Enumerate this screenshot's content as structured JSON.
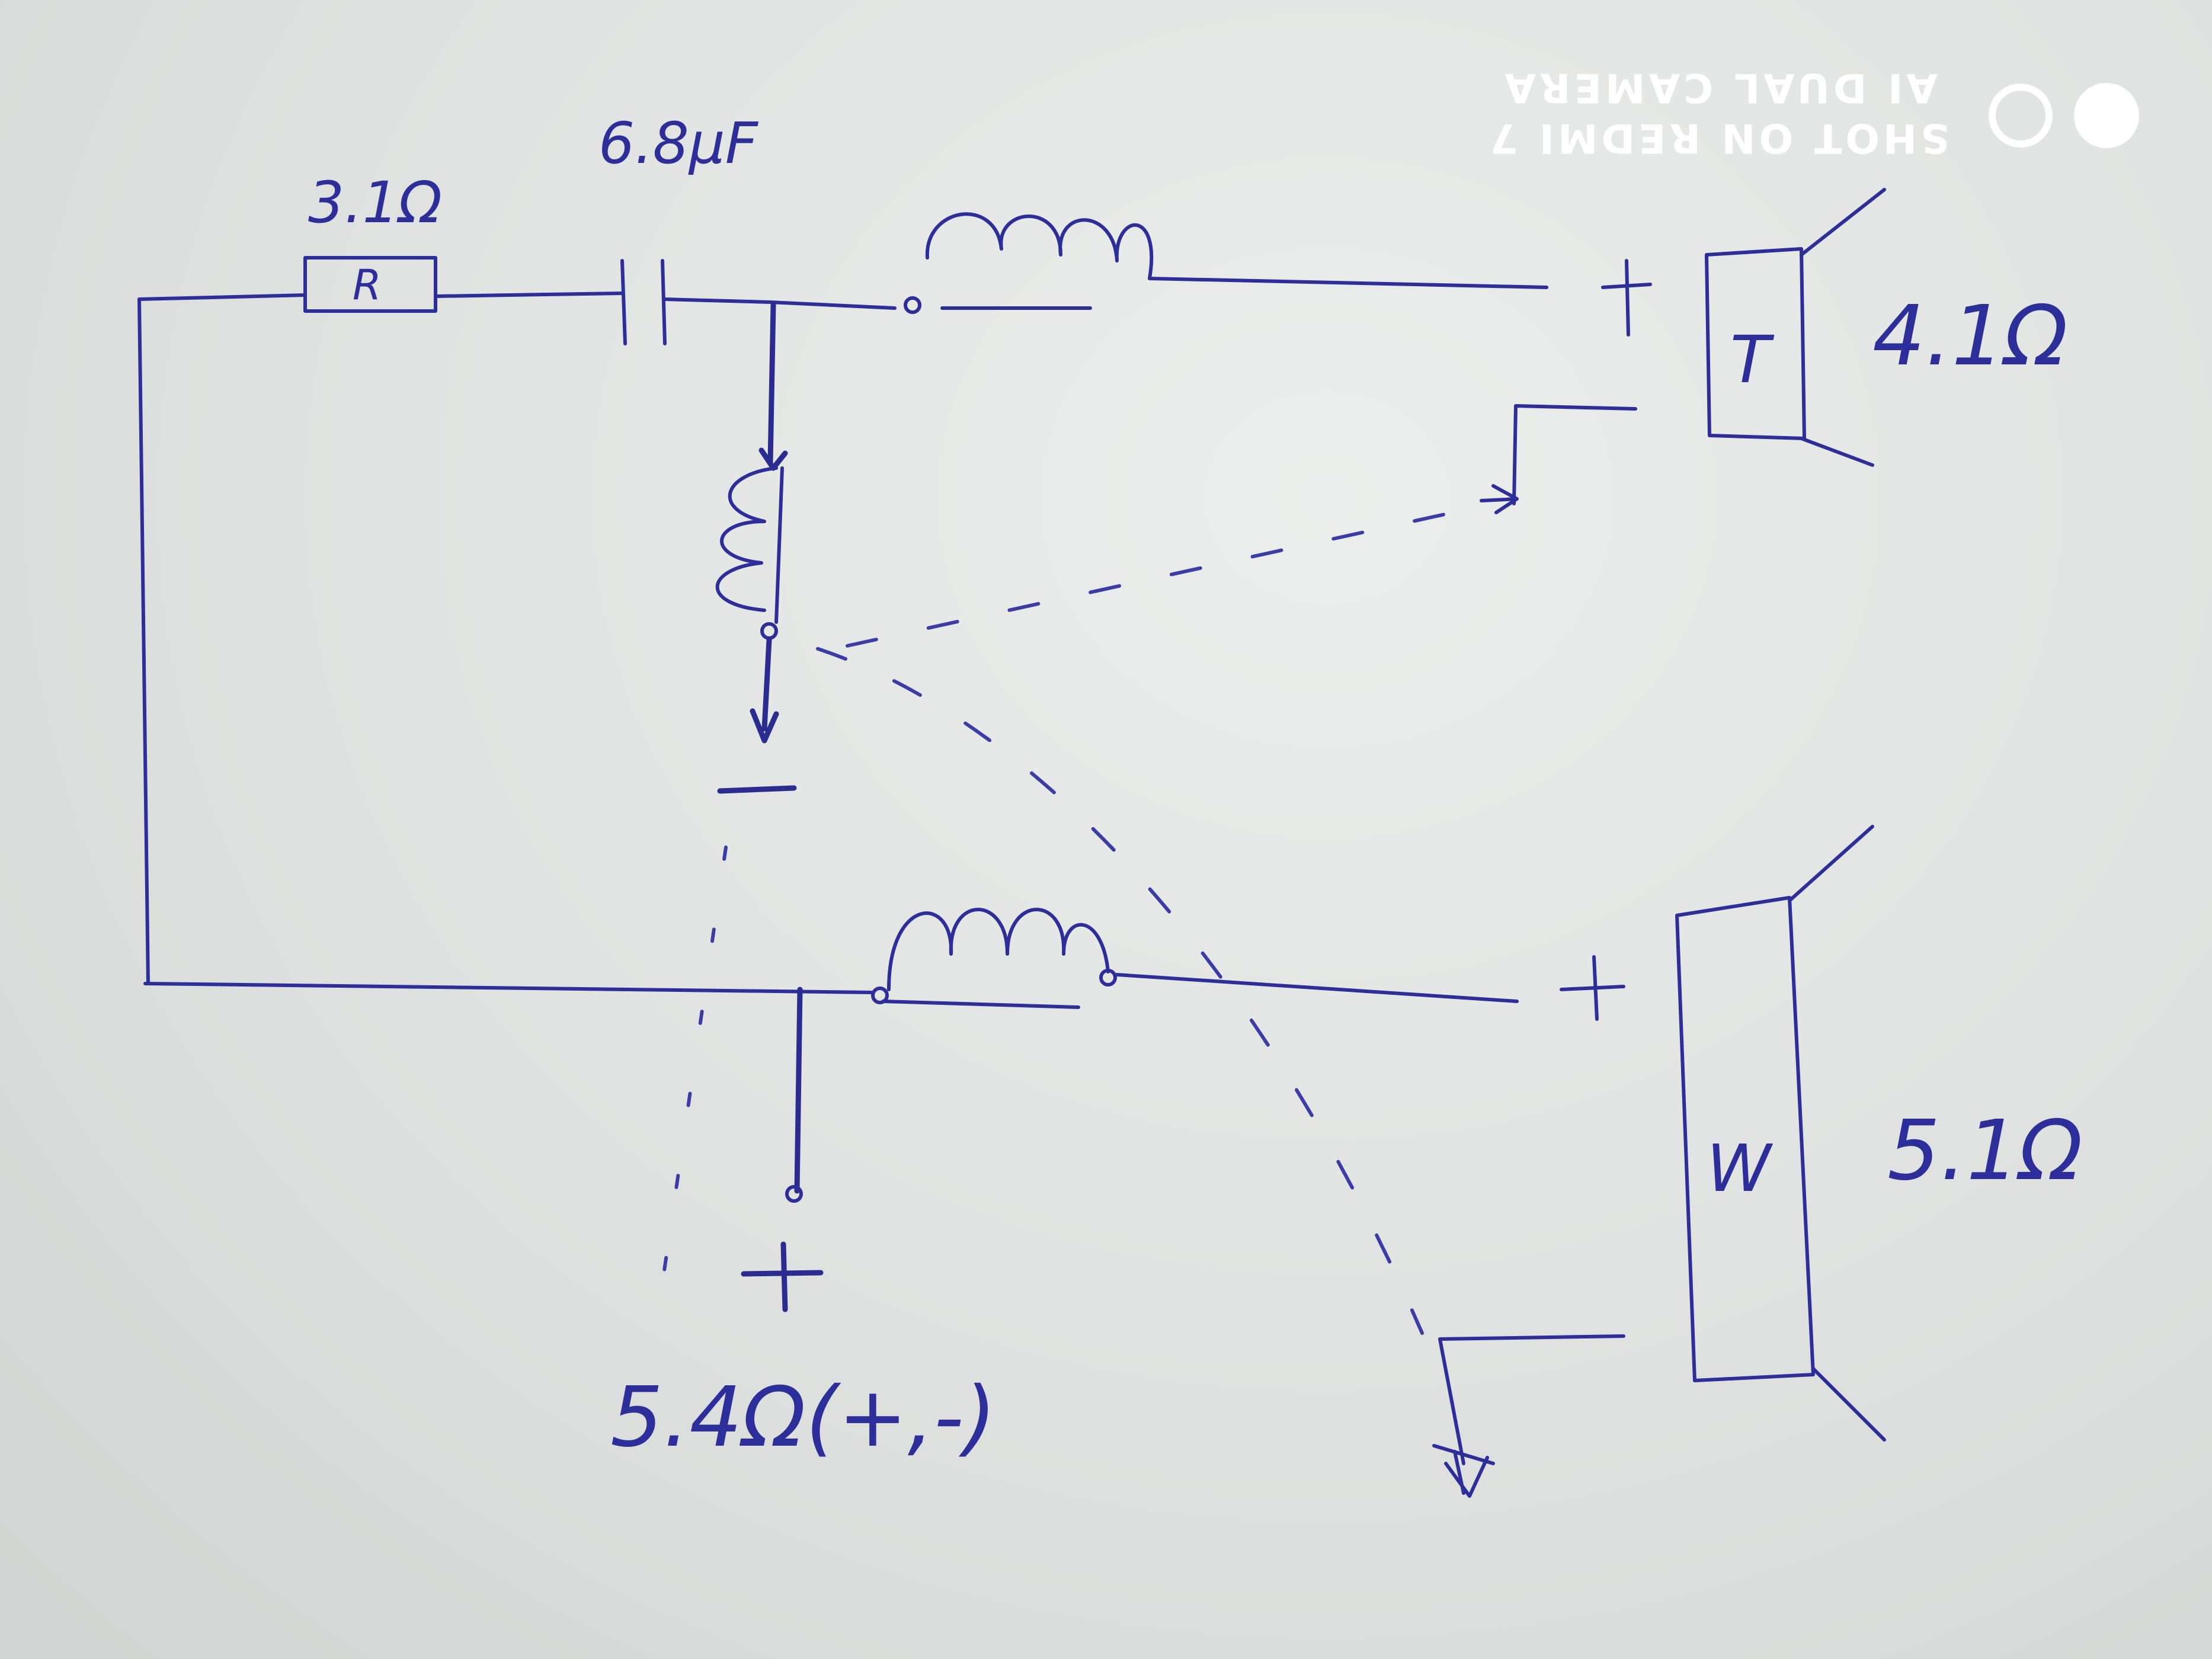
{
  "watermark": {
    "line1": "SHOT ON REDMI 7",
    "line2": "AI DUAL CAMERA"
  },
  "labels": {
    "resistor_value": "3.1Ω",
    "resistor_symbol": "R",
    "capacitor_value": "6.8μF",
    "tweeter_symbol": "T",
    "tweeter_impedance": "4.1Ω",
    "woofer_symbol": "W",
    "woofer_impedance": "5.1Ω",
    "bottom_note": "5.4Ω(+,-)",
    "plus": "+",
    "minus": "−"
  }
}
